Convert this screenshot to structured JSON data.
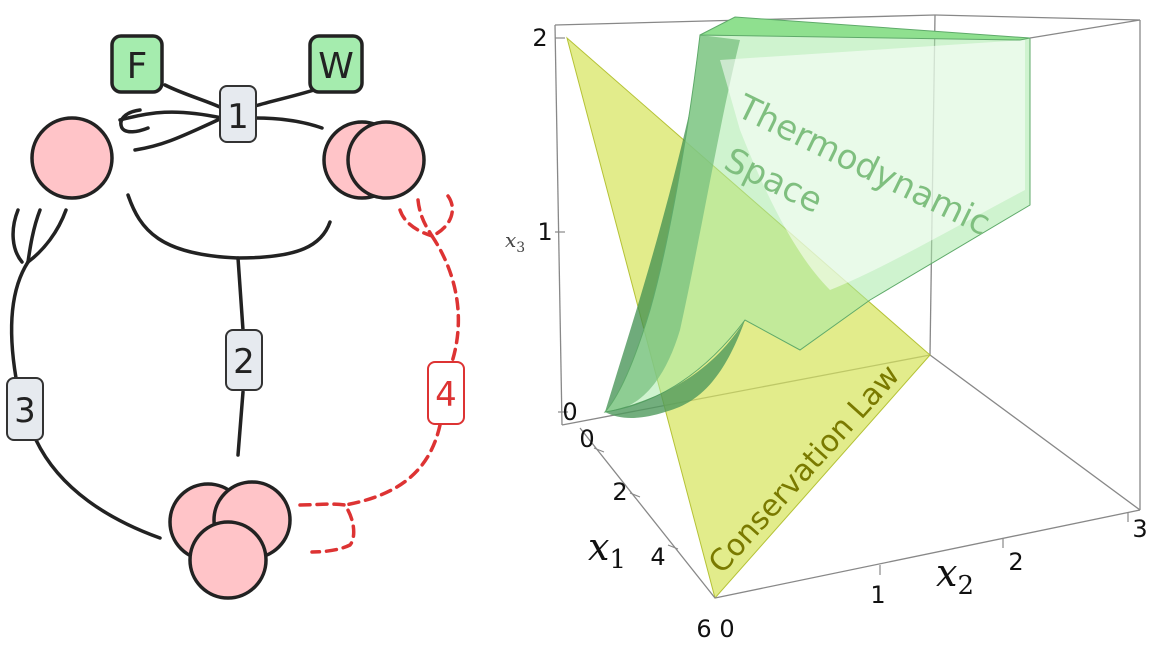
{
  "network": {
    "nodes": {
      "food": "F",
      "waste": "W"
    },
    "reactions": [
      "1",
      "2",
      "3",
      "4"
    ]
  },
  "plot": {
    "x3_ticks": [
      "0",
      "1",
      "2"
    ],
    "x1_ticks": [
      "0",
      "2",
      "4",
      "6"
    ],
    "x2_ticks": [
      "0",
      "1",
      "2",
      "3"
    ],
    "axis_x3": "x",
    "axis_x3_sub": "3",
    "axis_x1": "x",
    "axis_x1_sub": "1",
    "axis_x2": "x",
    "axis_x2_sub": "2",
    "surface_thermo_line1": "Thermodynamic",
    "surface_thermo_line2": "Space",
    "surface_conservation": "Conservation Law"
  },
  "colors": {
    "species": "#ffc4c8",
    "food_waste": "#a5ecae",
    "reaction_label": "#e6eaef",
    "broken": "#dd3333",
    "conservation": "#d6e45a",
    "thermo": "#9fe49f",
    "thermo_text": "#7fbf7f",
    "conservation_text": "#7a7a00"
  }
}
